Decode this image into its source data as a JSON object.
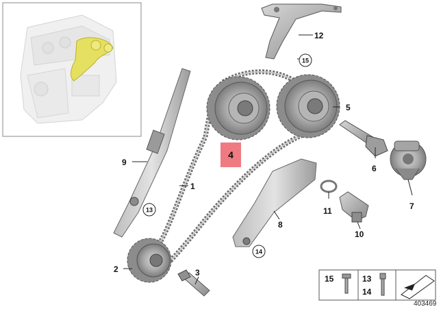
{
  "diagram": {
    "parts": [
      {
        "num": "1",
        "name": "timing-chain"
      },
      {
        "num": "2",
        "name": "crankshaft-sprocket"
      },
      {
        "num": "3",
        "name": "crankshaft-bolt"
      },
      {
        "num": "4",
        "name": "intake-camshaft-adjuster"
      },
      {
        "num": "5",
        "name": "exhaust-camshaft-adjuster"
      },
      {
        "num": "6",
        "name": "central-valve"
      },
      {
        "num": "7",
        "name": "solenoid-valve"
      },
      {
        "num": "8",
        "name": "guide-rail"
      },
      {
        "num": "9",
        "name": "tensioner-rail"
      },
      {
        "num": "10",
        "name": "chain-tensioner"
      },
      {
        "num": "11",
        "name": "sealing-ring"
      },
      {
        "num": "12",
        "name": "chain-guide-bracket"
      },
      {
        "num": "13",
        "name": "bolt-13"
      },
      {
        "num": "14",
        "name": "bolt-14"
      },
      {
        "num": "15",
        "name": "bolt-15"
      }
    ],
    "callout_label": "4",
    "highlight_color": "#f07a82",
    "engine_highlight_color": "#e6e060",
    "legend": {
      "left_label": "15",
      "right_top_label": "13",
      "right_bottom_label": "14"
    },
    "diagram_id": "403469"
  }
}
